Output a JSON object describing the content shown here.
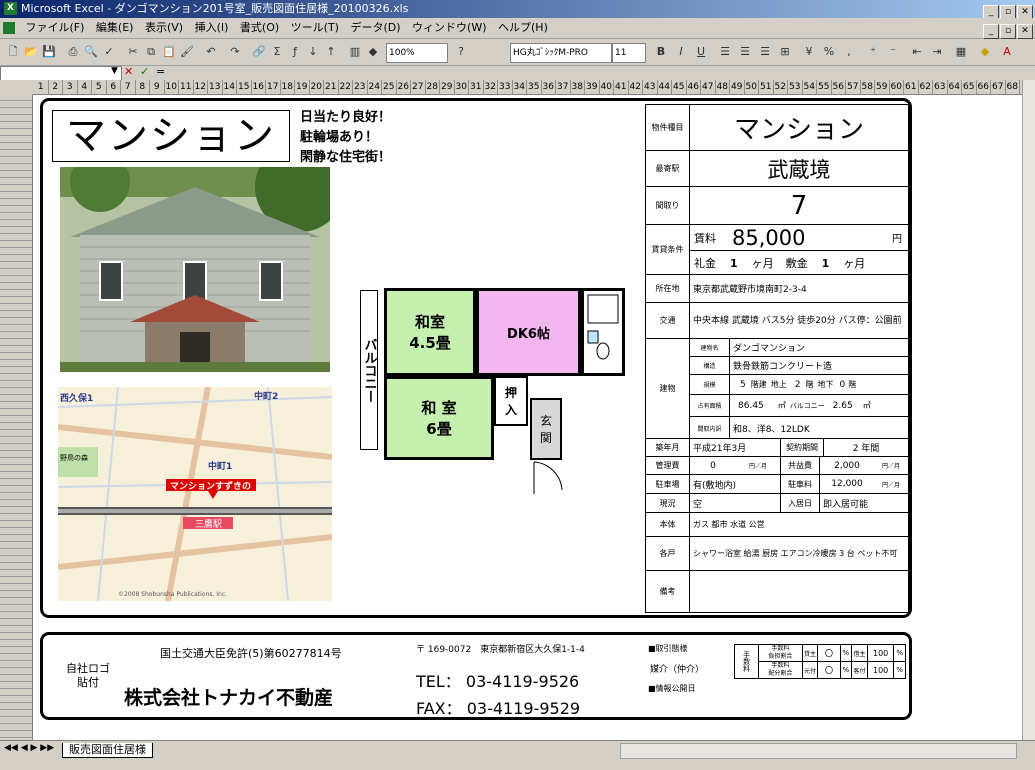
{
  "window": {
    "title": "Microsoft Excel - ダンゴマンション201号室_販売図面住居様_20100326.xls",
    "app_icon": "excel-icon"
  },
  "menu": [
    "ファイル(F)",
    "編集(E)",
    "表示(V)",
    "挿入(I)",
    "書式(O)",
    "ツール(T)",
    "データ(D)",
    "ウィンドウ(W)",
    "ヘルプ(H)"
  ],
  "toolbar": {
    "zoom": "100%",
    "font_name": "HG丸ｺﾞｼｯｸM-PRO",
    "font_size": "11",
    "bold": "B",
    "italic": "I",
    "underline": "U"
  },
  "formula_bar": {
    "cancel": "✕",
    "enter": "✓",
    "equals": "="
  },
  "sheet_tab": "販売図面住居様",
  "column_headers": [
    "1",
    "2",
    "3",
    "4",
    "5",
    "6",
    "7",
    "8",
    "9",
    "10",
    "11",
    "12",
    "13",
    "14",
    "15",
    "16",
    "17",
    "18",
    "19",
    "20",
    "21",
    "22",
    "23",
    "24",
    "25",
    "26",
    "27",
    "28",
    "29",
    "30",
    "31",
    "32",
    "33",
    "34",
    "35",
    "36",
    "37",
    "38",
    "39",
    "40",
    "41",
    "42",
    "43",
    "44",
    "45",
    "46",
    "47",
    "48",
    "49",
    "50",
    "51",
    "52",
    "53",
    "54",
    "55",
    "56",
    "57",
    "58",
    "59",
    "60",
    "61",
    "62",
    "63",
    "64",
    "65",
    "66",
    "67",
    "68"
  ],
  "flyer": {
    "title": "マンション",
    "slogans": [
      "日当たり良好！",
      "駐輪場あり！",
      "閑静な住宅街！"
    ],
    "floorplan": {
      "balcony": "バルコニー",
      "room1": "和室\n4.5畳",
      "room2": "和 室\n6畳",
      "dk": "DK6帖",
      "closet": "押\n入",
      "entrance": "玄\n関"
    },
    "map": {
      "labels": [
        "西久保1",
        "中町2",
        "中町1",
        "野鳥の森",
        "三鷹駅",
        "マンションすずきの"
      ],
      "copyright": "©2008 Shobunsha Publications, Inc."
    }
  },
  "info": {
    "type_label": "物件種目",
    "type_value": "マンション",
    "station_label": "最寄駅",
    "station_value": "武蔵境",
    "layout_label": "間取り",
    "layout_value": "7",
    "rent_label": "賃貸条件",
    "rent_prefix": "賃料",
    "rent_value": "85,000",
    "rent_unit": "円",
    "key_money": "礼金",
    "key_money_value": "1",
    "month_unit": "ヶ月",
    "deposit": "敷金",
    "deposit_value": "1",
    "address_label": "所在地",
    "address_value": "東京都武蔵野市境南町2-3-4",
    "transit_label": "交通",
    "transit_value": "中央本線 武蔵境 バス5分 徒歩20分 バス停：公園前",
    "building_label": "建物",
    "bname_label": "建物名",
    "bname_value": "ダンゴマンション",
    "structure_label": "構造",
    "structure_value": "鉄骨鉄筋コンクリート造",
    "scale_label": "規模",
    "floors_value": "5",
    "floors_unit": "階建",
    "above": "地上",
    "above_value": "2",
    "floor_unit": "階",
    "below": "地下",
    "below_value": "0",
    "area_label": "占有面積",
    "area_value": "86.45",
    "area_unit": "㎡",
    "balcony_label": "バルコニー",
    "balcony_value": "2.65",
    "rooms_label": "間取内訳",
    "rooms_value": "和8、洋8、12LDK",
    "built_label": "築年月",
    "built_value": "平成21年3月",
    "contract_label": "契約期間",
    "contract_value": "2 年間",
    "mgmt_label": "管理費",
    "mgmt_value": "0",
    "per_month": "円／月",
    "common_label": "共益費",
    "common_value": "2,000",
    "parking_label": "駐車場",
    "parking_value": "有(敷地内)",
    "parkfee_label": "駐車料",
    "parkfee_value": "12,000",
    "status_label": "現況",
    "status_value": "空",
    "movein_label": "入居日",
    "movein_value": "即入居可能",
    "main_label": "本体",
    "main_value": "ガス 都市 水道 公営",
    "each_label": "各戸",
    "each_value": "シャワー浴室 給湯 厨房 エアコン冷暖房 3 台 ペット不可",
    "notes_label": "備考"
  },
  "footer": {
    "logo_note": "自社ロゴ\n貼付",
    "license": "国土交通大臣免許(5)第60277814号",
    "company": "株式会社トナカイ不動産",
    "address": "〒 169-0072　東京都新宿区大久保1-1-4",
    "tel": "TEL：  03-4119-9526",
    "fax": "FAX：  03-4119-9529",
    "deal_label": "■取引態様",
    "deal_value": "媒介（仲介）",
    "published": "■情報公開日",
    "fee_head": "手数料",
    "fee_rows": [
      {
        "label": "手数料\n負担割合",
        "party": "貸主",
        "v1": "〇",
        "pct": "%",
        "party2": "借主",
        "v2": "100",
        "pct2": "%"
      },
      {
        "label": "手数料\n配分割合",
        "party": "元付",
        "v1": "〇",
        "pct": "%",
        "party2": "客付",
        "v2": "100",
        "pct2": "%"
      }
    ]
  }
}
